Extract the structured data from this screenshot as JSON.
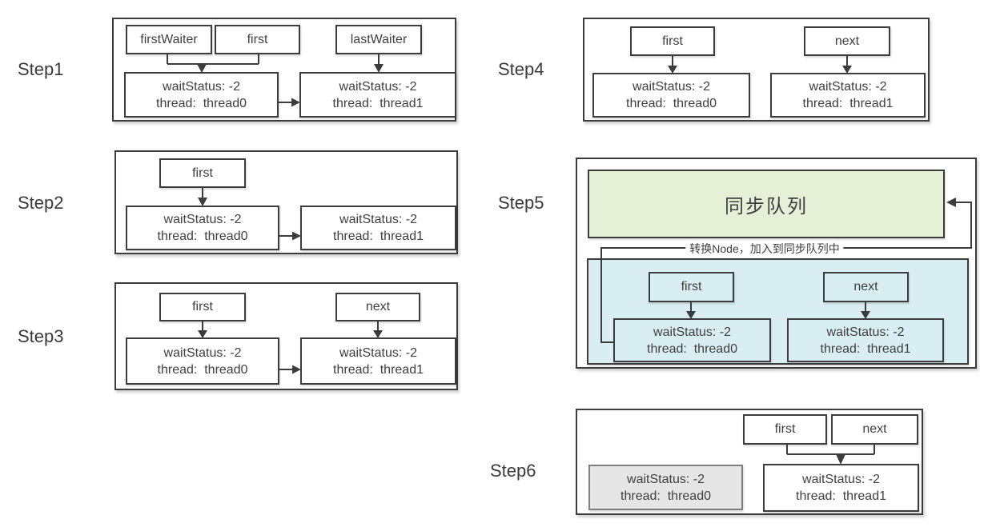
{
  "colors": {
    "sync_queue_green": "#e5f0d7",
    "condition_blue": "#d9eef3",
    "signalled_gray": "#e7e6e6",
    "line_dark": "#3c3c3c"
  },
  "step1": {
    "label": "Step1",
    "first_waiter": "firstWaiter",
    "first": "first",
    "last_waiter": "lastWaiter",
    "node0": "waitStatus: -2\nthread:  thread0",
    "node1": "waitStatus: -2\nthread:  thread1"
  },
  "step2": {
    "label": "Step2",
    "first": "first",
    "node0": "waitStatus: -2\nthread:  thread0",
    "node1": "waitStatus: -2\nthread:  thread1"
  },
  "step3": {
    "label": "Step3",
    "first": "first",
    "next": "next",
    "node0": "waitStatus: -2\nthread:  thread0",
    "node1": "waitStatus: -2\nthread:  thread1"
  },
  "step4": {
    "label": "Step4",
    "first": "first",
    "next": "next",
    "node0": "waitStatus: -2\nthread:  thread0",
    "node1": "waitStatus: -2\nthread:  thread1"
  },
  "step5": {
    "label": "Step5",
    "sync_queue": "同步队列",
    "transfer_note": "转换Node，加入到同步队列中",
    "first": "first",
    "next": "next",
    "node0": "waitStatus: -2\nthread:  thread0",
    "node1": "waitStatus: -2\nthread:  thread1"
  },
  "step6": {
    "label": "Step6",
    "first": "first",
    "next": "next",
    "node0": "waitStatus: -2\nthread:  thread0",
    "node1": "waitStatus: -2\nthread:  thread1"
  }
}
